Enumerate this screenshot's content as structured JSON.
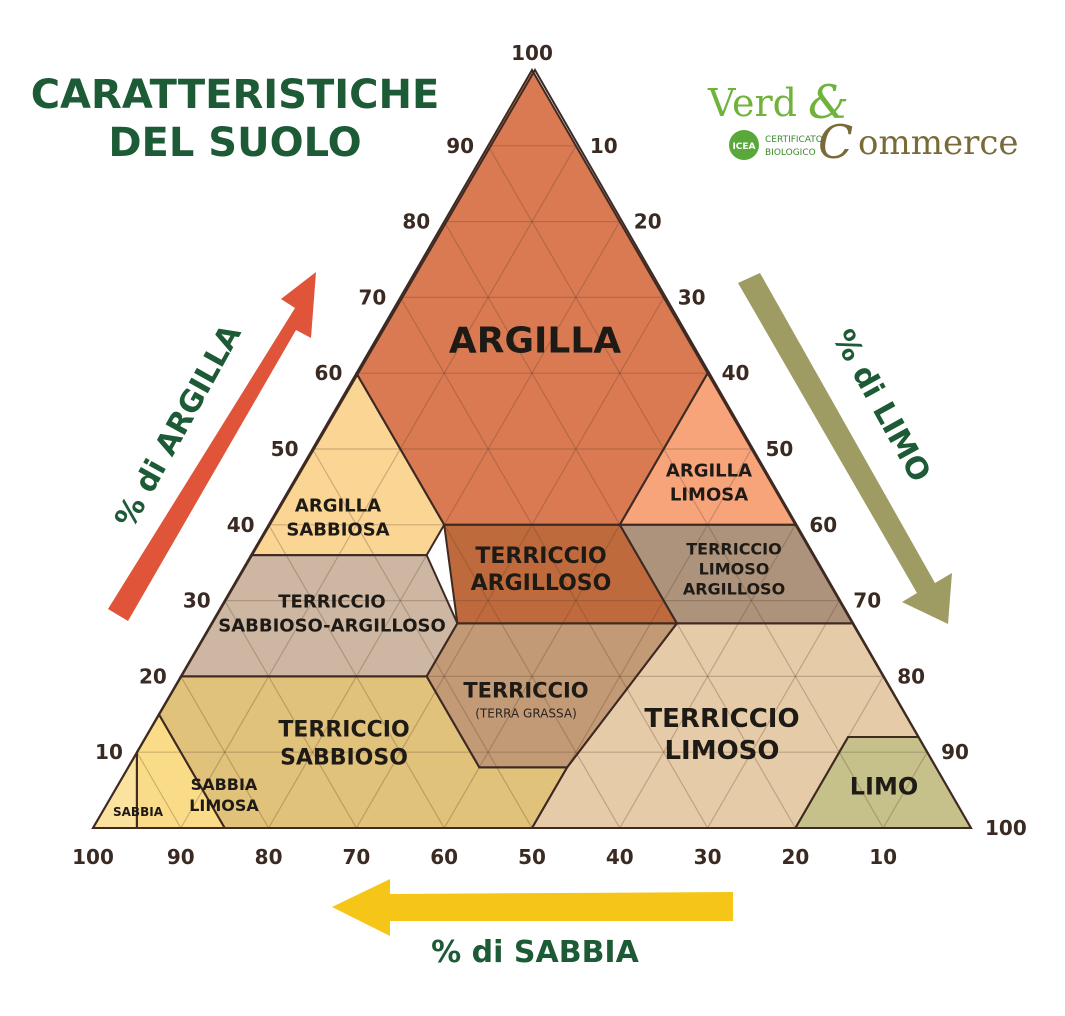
{
  "title": {
    "line1": "CARATTERISTICHE",
    "line2": "DEL SUOLO"
  },
  "logo": {
    "brand_left": "Verd",
    "brand_amp": "&",
    "brand_right": "ommerce",
    "cert_line1": "CERTIFICATO",
    "cert_line2": "BIOLOGICO",
    "badge_text": "ICEA",
    "colors": {
      "green": "#6fb33b",
      "brown": "#7a6a3a"
    }
  },
  "axes": {
    "clay_title": "% di ARGILLA",
    "silt_title": "% di LIMO",
    "sand_title": "% di SABBIA",
    "clay_ticks": [
      "10",
      "20",
      "30",
      "40",
      "50",
      "60",
      "70",
      "80",
      "90",
      "100"
    ],
    "silt_ticks": [
      "10",
      "20",
      "30",
      "40",
      "50",
      "60",
      "70",
      "80",
      "90",
      "100"
    ],
    "sand_ticks": [
      "100",
      "90",
      "80",
      "70",
      "60",
      "50",
      "40",
      "30",
      "20",
      "10"
    ],
    "arrow_colors": {
      "clay": "#e0553a",
      "silt": "#9e9c63",
      "sand": "#f5c518"
    }
  },
  "regions": [
    {
      "id": "argilla",
      "lines": [
        "ARGILLA"
      ],
      "color": "#d97a52"
    },
    {
      "id": "argilla-limosa",
      "lines": [
        "ARGILLA",
        "LIMOSA"
      ],
      "color": "#f7a47a"
    },
    {
      "id": "argilla-sabbiosa",
      "lines": [
        "ARGILLA",
        "SABBIOSA"
      ],
      "color": "#fad594"
    },
    {
      "id": "terriccio-argilloso",
      "lines": [
        "TERRICCIO",
        "ARGILLOSO"
      ],
      "color": "#bf6a3c"
    },
    {
      "id": "terriccio-limoso-argilloso",
      "lines": [
        "TERRICCIO",
        "LIMOSO",
        "ARGILLOSO"
      ],
      "color": "#ae937c"
    },
    {
      "id": "terriccio-sabbioso-argilloso",
      "lines": [
        "TERRICCIO",
        "SABBIOSO-ARGILLOSO"
      ],
      "color": "#cdb7a2"
    },
    {
      "id": "terriccio",
      "lines": [
        "TERRICCIO"
      ],
      "sub": "(TERRA GRASSA)",
      "color": "#c39a76"
    },
    {
      "id": "terriccio-limoso",
      "lines": [
        "TERRICCIO",
        "LIMOSO"
      ],
      "color": "#e5cba7"
    },
    {
      "id": "terriccio-sabbioso",
      "lines": [
        "TERRICCIO",
        "SABBIOSO"
      ],
      "color": "#e0c27b"
    },
    {
      "id": "sabbia-limosa",
      "lines": [
        "SABBIA",
        "LIMOSA"
      ],
      "color": "#fadc88"
    },
    {
      "id": "sabbia",
      "lines": [
        "SABBIA"
      ],
      "color": "#fbe29f"
    },
    {
      "id": "limo",
      "lines": [
        "LIMO"
      ],
      "color": "#c6c08a"
    }
  ]
}
